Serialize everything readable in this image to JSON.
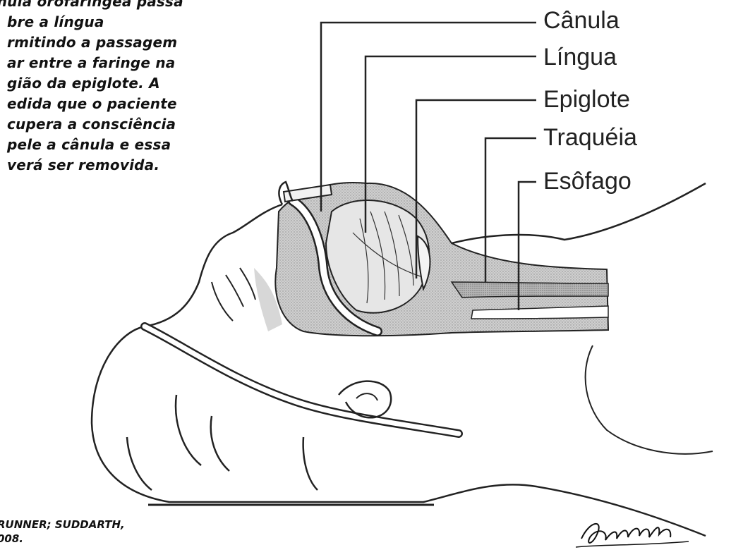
{
  "caption_lines": [
    "ânula orofaríngea passa",
    "bre a língua",
    "rmitindo a passagem",
    "ar entre a faringe na",
    "gião da epiglote. A",
    "edida que o paciente",
    "cupera a consciência",
    "pele a cânula e essa",
    "verá ser removida."
  ],
  "labels": {
    "canula": "Cânula",
    "lingua": "Língua",
    "epiglote": "Epiglote",
    "traqueia": "Traquéia",
    "esofago": "Esôfago"
  },
  "source_lines": [
    "RUNNER; SUDDARTH,",
    "008."
  ],
  "signature_text": "Suhart",
  "colors": {
    "ink": "#111111",
    "tissue_shading": "#bdbdbd",
    "light_shading": "#d7d7d7"
  }
}
